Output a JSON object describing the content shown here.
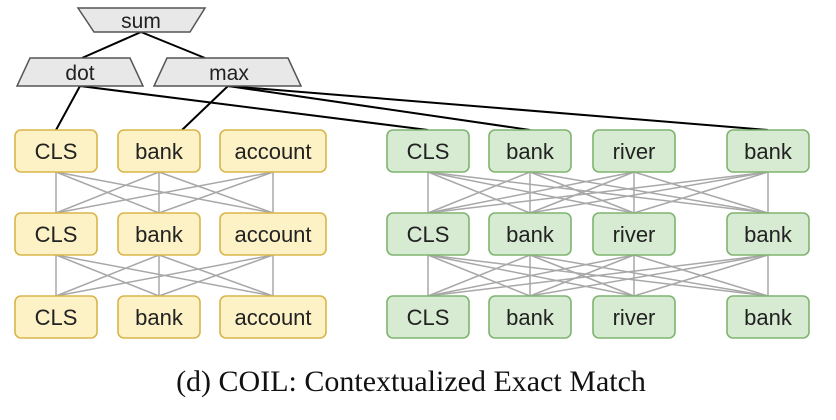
{
  "colors": {
    "query_fill": "#fdf1c6",
    "query_stroke": "#d9b54a",
    "doc_fill": "#d7ead2",
    "doc_stroke": "#7fb46f",
    "op_fill": "#e8e8e8",
    "op_stroke": "#555555",
    "mesh_line": "#a8a8a8",
    "match_line": "#000000"
  },
  "operators": {
    "sum": "sum",
    "dot": "dot",
    "max": "max"
  },
  "query_rows": [
    [
      "CLS",
      "bank",
      "account"
    ],
    [
      "CLS",
      "bank",
      "account"
    ],
    [
      "CLS",
      "bank",
      "account"
    ]
  ],
  "doc_rows": [
    [
      "CLS",
      "bank",
      "river",
      "bank"
    ],
    [
      "CLS",
      "bank",
      "river",
      "bank"
    ],
    [
      "CLS",
      "bank",
      "river",
      "bank"
    ]
  ],
  "caption": "(d) COIL: Contextualized Exact Match"
}
